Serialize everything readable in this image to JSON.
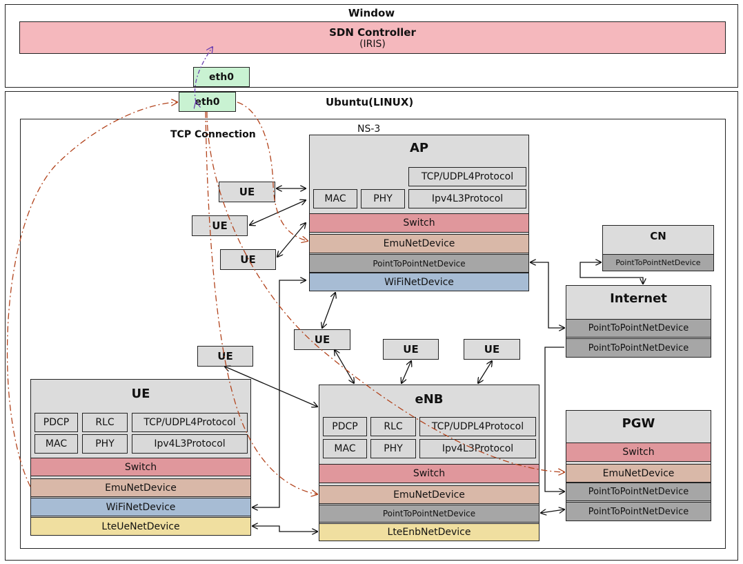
{
  "window": {
    "label": "Window"
  },
  "sdn": {
    "title": "SDN Controller",
    "subtitle": "(IRIS)"
  },
  "eth_window": "eth0",
  "ubuntu": {
    "label": "Ubuntu(LINUX)",
    "eth": "eth0"
  },
  "tcp_label": "TCP Connection",
  "ns3_label": "NS-3",
  "ap": {
    "title": "AP",
    "tcp": "TCP/UDPL4Protocol",
    "mac": "MAC",
    "phy": "PHY",
    "ipv4": "Ipv4L3Protocol",
    "switch": "Switch",
    "emu": "EmuNetDevice",
    "p2p": "PointToPointNetDevice",
    "wifi": "WiFiNetDevice"
  },
  "cn": {
    "title": "CN",
    "p2p": "PointToPointNetDevice"
  },
  "internet": {
    "title": "Internet",
    "p2p1": "PointToPointNetDevice",
    "p2p2": "PointToPointNetDevice"
  },
  "ue_small": [
    "UE",
    "UE",
    "UE",
    "UE",
    "UE",
    "UE",
    "UE"
  ],
  "ue_main": {
    "title": "UE",
    "pdcp": "PDCP",
    "rlc": "RLC",
    "tcp": "TCP/UDPL4Protocol",
    "mac": "MAC",
    "phy": "PHY",
    "ipv4": "Ipv4L3Protocol",
    "switch": "Switch",
    "emu": "EmuNetDevice",
    "wifi": "WiFiNetDevice",
    "lte": "LteUeNetDevice"
  },
  "enb": {
    "title": "eNB",
    "pdcp": "PDCP",
    "rlc": "RLC",
    "tcp": "TCP/UDPL4Protocol",
    "mac": "MAC",
    "phy": "PHY",
    "ipv4": "Ipv4L3Protocol",
    "switch": "Switch",
    "emu": "EmuNetDevice",
    "p2p": "PointToPointNetDevice",
    "lte": "LteEnbNetDevice"
  },
  "pgw": {
    "title": "PGW",
    "switch": "Switch",
    "emu": "EmuNetDevice",
    "p2p1": "PointToPointNetDevice",
    "p2p2": "PointToPointNetDevice"
  }
}
